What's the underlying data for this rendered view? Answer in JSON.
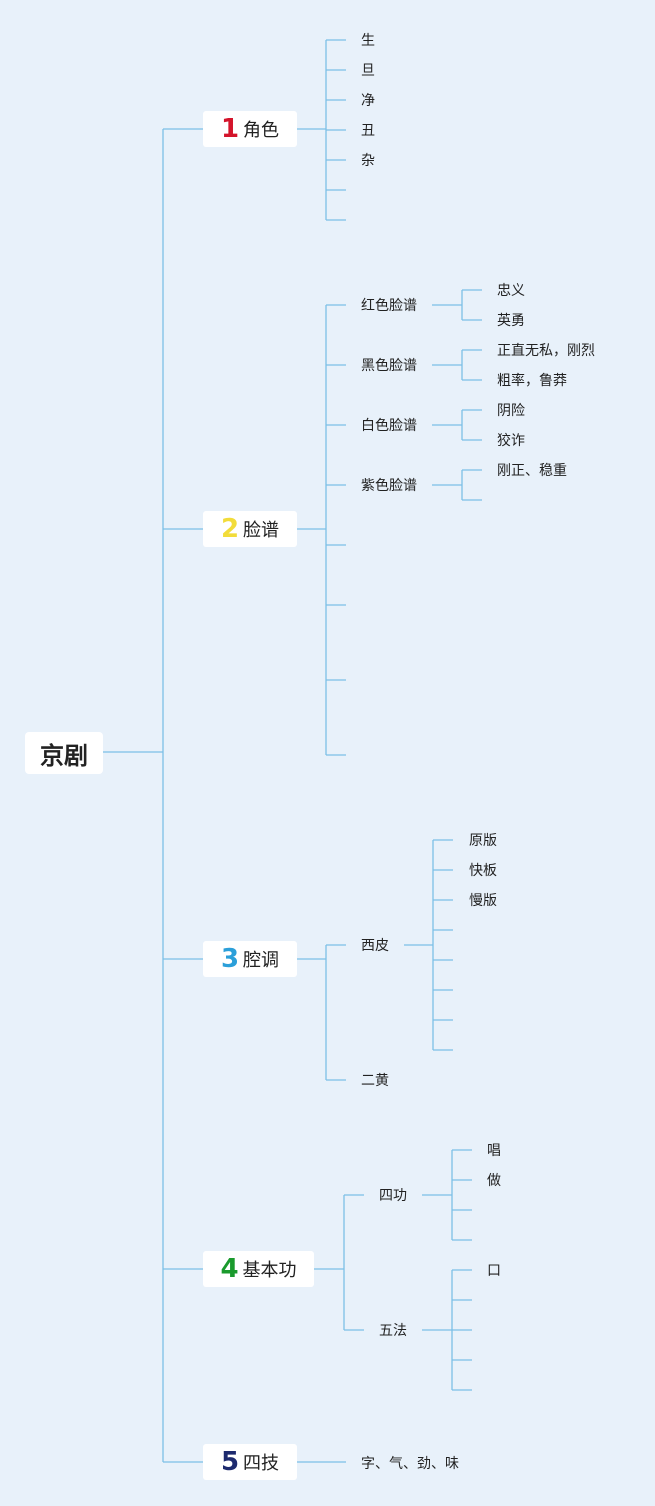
{
  "root": "京剧",
  "branches": [
    {
      "num": "1",
      "label": "角色",
      "color": "#d4142b"
    },
    {
      "num": "2",
      "label": "脸谱",
      "color": "#f2dc3a"
    },
    {
      "num": "3",
      "label": "腔调",
      "color": "#2b9fd9"
    },
    {
      "num": "4",
      "label": "基本功",
      "color": "#1a9a2d"
    },
    {
      "num": "5",
      "label": "四技",
      "color": "#1d2a6e"
    }
  ],
  "roles": [
    "生",
    "旦",
    "净",
    "丑",
    "杂"
  ],
  "facial": [
    {
      "label": "红色脸谱",
      "traits": [
        "忠义",
        "英勇"
      ]
    },
    {
      "label": "黑色脸谱",
      "traits": [
        "正直无私，刚烈",
        "粗率，鲁莽"
      ]
    },
    {
      "label": "白色脸谱",
      "traits": [
        "阴险",
        "狡诈"
      ]
    },
    {
      "label": "紫色脸谱",
      "traits": [
        "刚正、稳重"
      ]
    }
  ],
  "tunes": [
    {
      "label": "西皮",
      "items": [
        "原版",
        "快板",
        "慢版"
      ]
    },
    {
      "label": "二黄"
    }
  ],
  "basics": [
    {
      "label": "四功",
      "items": [
        "唱",
        "做"
      ]
    },
    {
      "label": "五法",
      "items": [
        "口"
      ]
    }
  ],
  "skills": "字、气、劲、味",
  "colors": {
    "line": "#7cc0e6",
    "background": "#e8f1fa",
    "node": "#ffffff"
  }
}
